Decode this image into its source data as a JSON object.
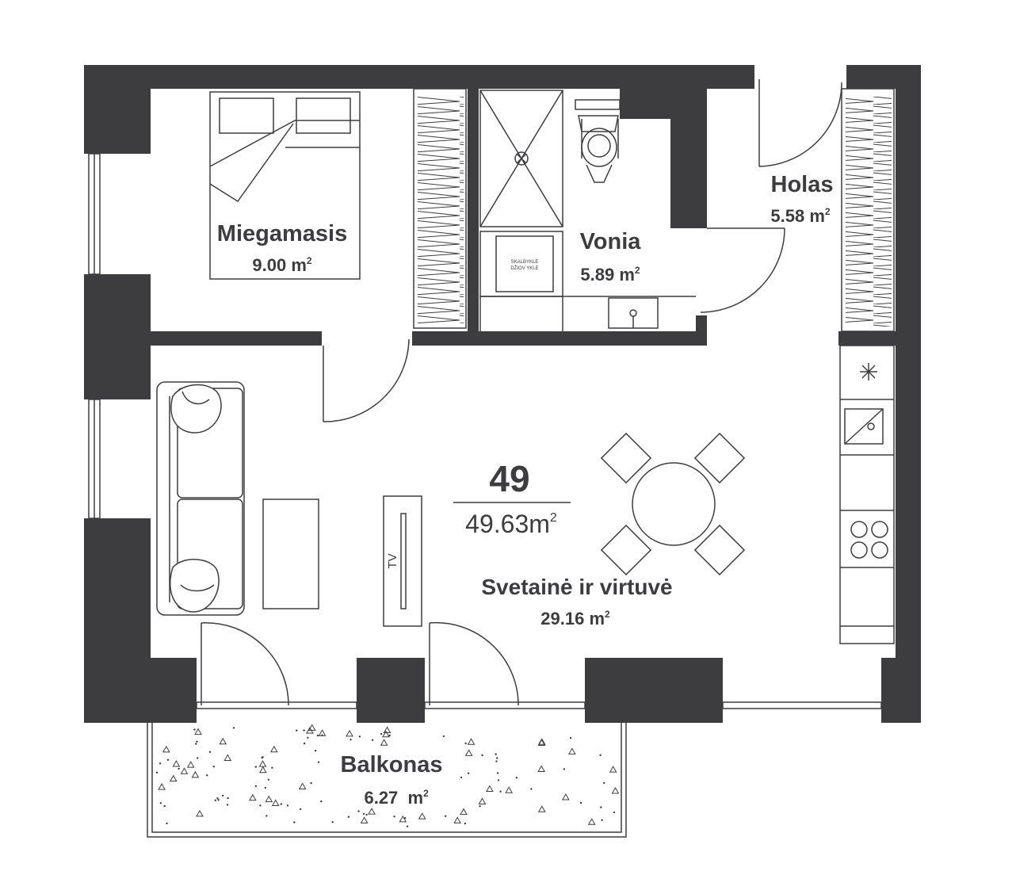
{
  "apartment": {
    "number": "49",
    "total_area": "49.63m",
    "total_area_sup": "2"
  },
  "rooms": {
    "bedroom": {
      "name": "Miegamasis",
      "area": "9.00 m",
      "sup": "2"
    },
    "bathroom": {
      "name": "Vonia",
      "area": "5.89 m",
      "sup": "2"
    },
    "hall": {
      "name": "Holas",
      "area": "5.58 m",
      "sup": "2"
    },
    "living": {
      "name": "Svetainė ir virtuvė",
      "area": "29.16 m",
      "sup": "2"
    },
    "balcony": {
      "name": "Balkonas",
      "area": "6.27  m",
      "sup": "2"
    }
  },
  "fixtures": {
    "washer_line1": "SKALBYKLĖ",
    "washer_line2": "DŽIOV YKLĖ",
    "tv": "TV"
  },
  "colors": {
    "wall": "#3d3d40",
    "line": "#3d3d40",
    "background": "#ffffff"
  }
}
